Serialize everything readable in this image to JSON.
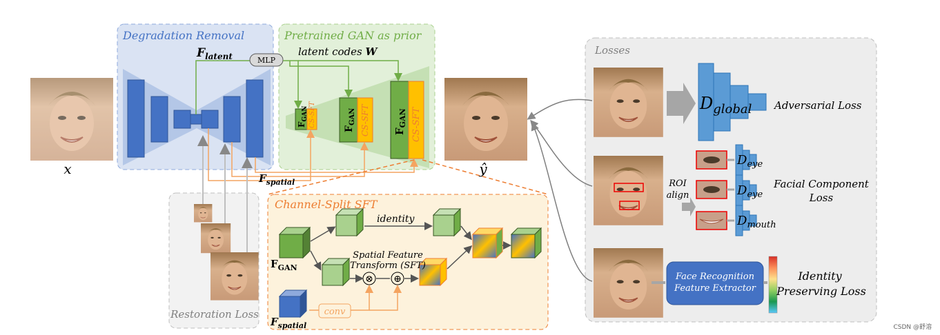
{
  "panels": {
    "degradation_title": "Degradation Removal",
    "gan_prior_title": "Pretrained GAN as prior",
    "losses_title": "Losses",
    "restoration_loss": "Restoration Loss",
    "cs_sft_title": "Channel-Split SFT"
  },
  "labels": {
    "input_x": "x",
    "output_y": "ŷ",
    "f_latent_main": "F",
    "f_latent_sub": "latent",
    "mlp": "MLP",
    "latent_codes": "latent codes",
    "latent_w": "W",
    "f_spatial_main": "F",
    "f_spatial_sub": "spatial",
    "fgan_main": "F",
    "fgan_sub": "GAN",
    "cs_sft": "CS-SFT",
    "identity": "identity",
    "sft_line1": "Spatial Feature",
    "sft_line2": "Transform (SFT)",
    "conv": "conv",
    "otimes": "⊗",
    "oplus": "⊕"
  },
  "losses": {
    "d_global_main": "D",
    "d_global_sub": "global",
    "adversarial": "Adversarial Loss",
    "roi_line1": "ROI",
    "roi_line2": "align",
    "d_eye_main": "D",
    "d_eye_sub": "eye",
    "d_mouth_main": "D",
    "d_mouth_sub": "mouth",
    "facial_line1": "Facial Component",
    "facial_line2": "Loss",
    "face_rec_line1": "Face Recognition",
    "face_rec_line2": "Feature Extractor",
    "identity_line1": "Identity",
    "identity_line2": "Preserving Loss"
  },
  "watermark": "CSDN @舒溶",
  "colors": {
    "blue_block": "#4472c4",
    "green_block": "#70ad47",
    "orange": "#ed7d31",
    "degradation_bg": "#dae3f3",
    "gan_bg": "#e2f0d9",
    "losses_bg": "#ededed",
    "cs_sft_bg": "#fdf2dc"
  }
}
